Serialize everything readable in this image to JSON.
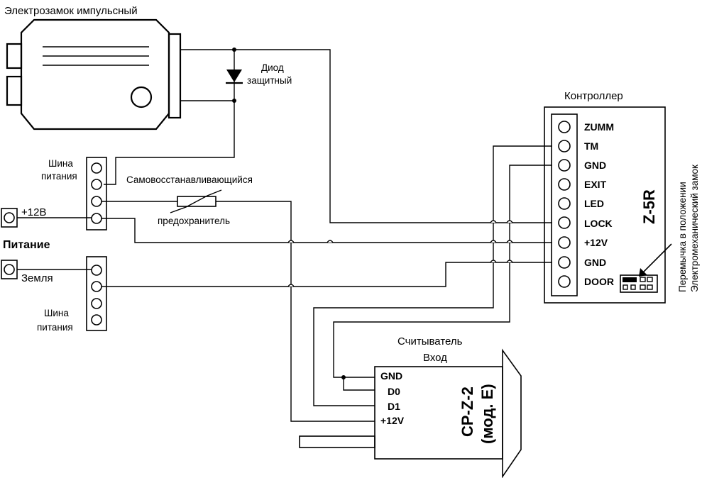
{
  "lock": {
    "title": "Электрозамок импульсный"
  },
  "diode": {
    "label_line1": "Диод",
    "label_line2": "защитный"
  },
  "controller": {
    "title": "Контроллер",
    "model": "Z-5R",
    "terminals": [
      "ZUMM",
      "TM",
      "GND",
      "EXIT",
      "LED",
      "LOCK",
      "+12V",
      "GND",
      "DOOR"
    ],
    "jumper_note_line1": "Перемычка в положении",
    "jumper_note_line2": "Электромеханический замок"
  },
  "power_bus_top": {
    "label_line1": "Шина",
    "label_line2": "питания"
  },
  "power_bus_bottom": {
    "label_line1": "Шина",
    "label_line2": "питания"
  },
  "fuse": {
    "label_top": "Самовосстанавливающийся",
    "label_bottom": "предохранитель"
  },
  "power": {
    "plus_label": "+12В",
    "section_label": "Питание",
    "ground_label": "Земля"
  },
  "reader": {
    "title_line1": "Считыватель",
    "title_line2": "Вход",
    "pins": [
      "GND",
      "D0",
      "D1",
      "+12V"
    ],
    "model_line1": "CP-Z-2",
    "model_line2": "(мод. E)"
  }
}
